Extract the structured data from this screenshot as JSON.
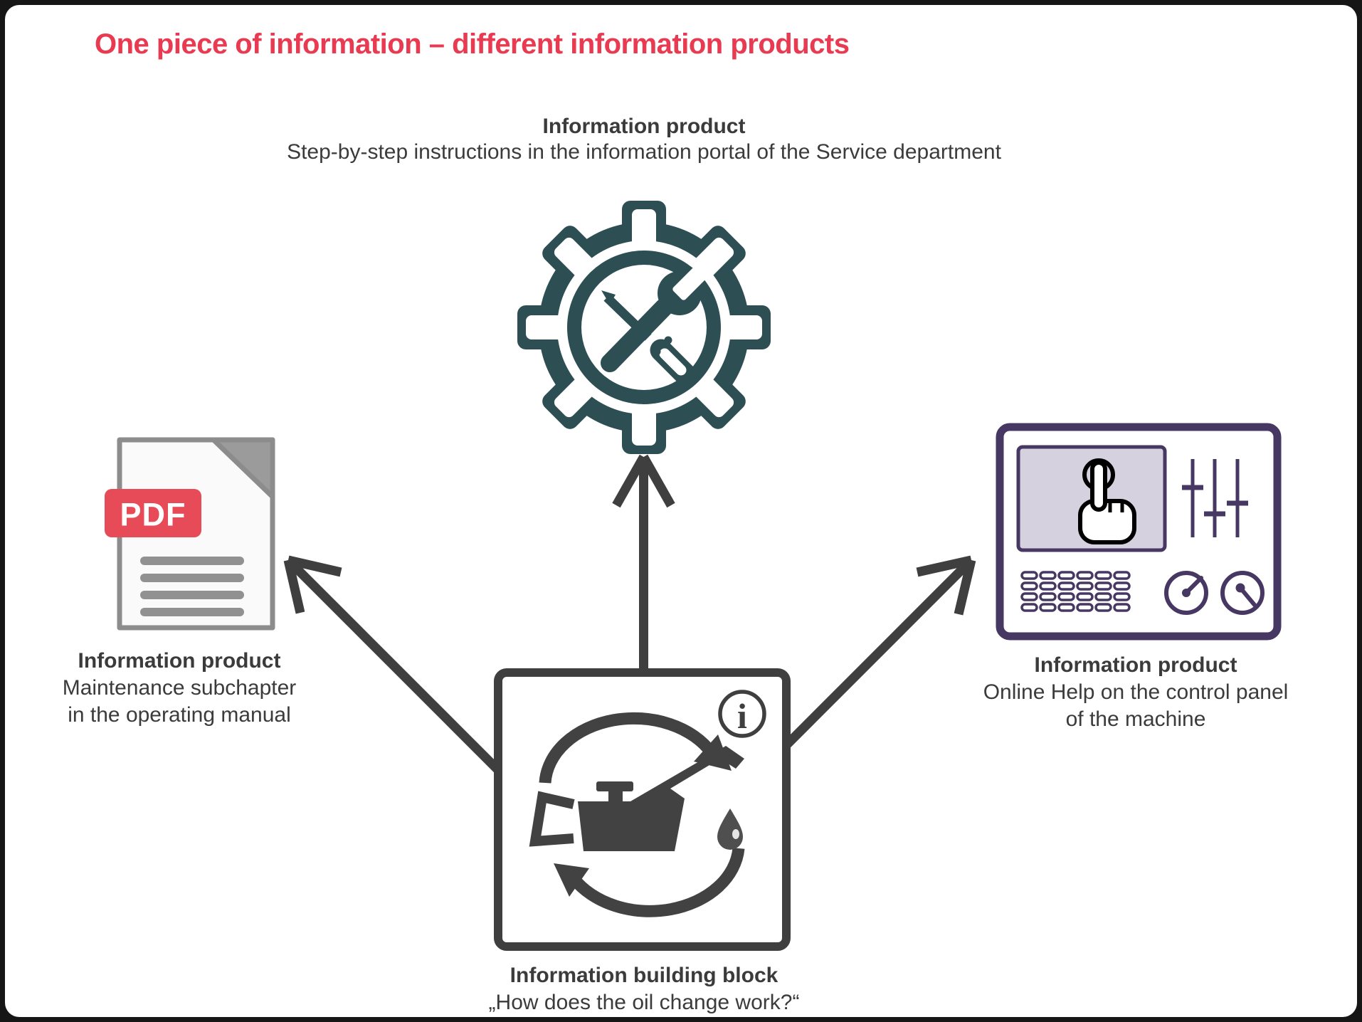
{
  "title": "One piece of information – different information products",
  "top_product": {
    "heading": "Information product",
    "description": "Step-by-step instructions in the information portal of the Service department"
  },
  "left_product": {
    "heading": "Information product",
    "line1": "Maintenance subchapter",
    "line2": "in the operating manual",
    "badge": "PDF"
  },
  "right_product": {
    "heading": "Information product",
    "line1": "Online Help on the control panel",
    "line2": "of the machine"
  },
  "building_block": {
    "heading": "Information building block",
    "question": "„How does the oil change work?“",
    "info_glyph": "i"
  },
  "icons": {
    "gear_with_tools": "gear containing crossed wrench and screwdriver",
    "pdf_document": "document sheet with folded corner, PDF badge and text lines",
    "control_panel": "machine control panel with touch screen, sliders, keypad and gauges",
    "oil_change_block": "framed oil can with recycling arrows and info symbol",
    "arrows": "three dark arrows from building block to the products"
  },
  "colors": {
    "title_red": "#e83a50",
    "pdf_badge_red": "#e84b58",
    "gear_teal": "#2d4f53",
    "panel_purple": "#473763",
    "panel_screen": "#d6d1de",
    "dark_gray": "#3f3f3f",
    "doc_border": "#8c8c8c",
    "doc_fold": "#9b9b9b",
    "doc_lines": "#919191",
    "frame_black": "#161616"
  }
}
